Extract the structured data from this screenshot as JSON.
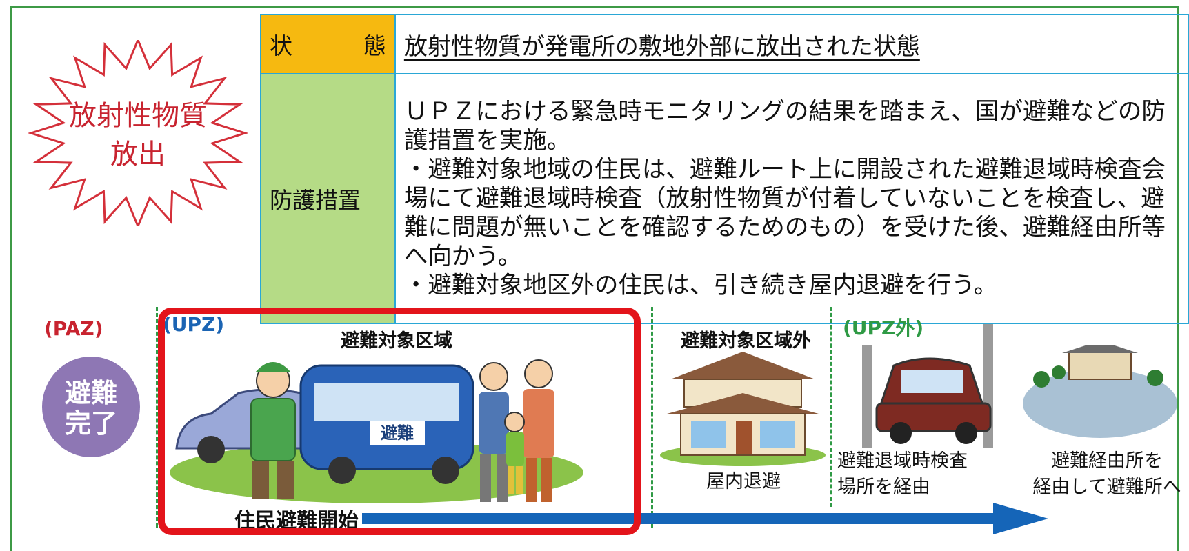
{
  "badge": {
    "line1": "放射性物質",
    "line2": "放出"
  },
  "table": {
    "state_key": "状 態",
    "state_value": "放射性物質が発電所の敷地外部に放出された状態",
    "measure_key": "防護措置",
    "measure_lines": [
      "ＵＰＺにおける緊急時モニタリングの結果を踏まえ、国が避難などの防護措置を実施。",
      "・避難対象地域の住民は、避難ルート上に開設された避難退域時検査会場にて避難退域時検査（放射性物質が付着していないことを検査し、避難に問題が無いことを確認するためのもの）を受けた後、避難経由所等へ向かう。",
      "・避難対象地区外の住民は、引き続き屋内退避を行う。"
    ]
  },
  "zones": {
    "paz": "(PAZ)",
    "paz_badge": {
      "line1": "避難",
      "line2": "完了"
    },
    "upz": "(UPZ)",
    "upz_out": "(UPZ外)",
    "target_area": "避難対象区域",
    "outside_area": "避難対象区域外",
    "bus_sign": "避難",
    "start": "住民避難開始",
    "indoor": "屋内退避",
    "check_line1": "避難退域時検査",
    "check_line2": "場所を経由",
    "route_line1": "避難経由所を",
    "route_line2": "経由して避難所へ"
  },
  "colors": {
    "frame": "#3d9a46",
    "state_bg": "#f6b910",
    "measure_bg": "#b5db86",
    "border": "#2aa7d6",
    "badge_text": "#c8232f",
    "red_box": "#e3141b",
    "arrow": "#1565b8",
    "paz_badge": "#8e77b4"
  }
}
